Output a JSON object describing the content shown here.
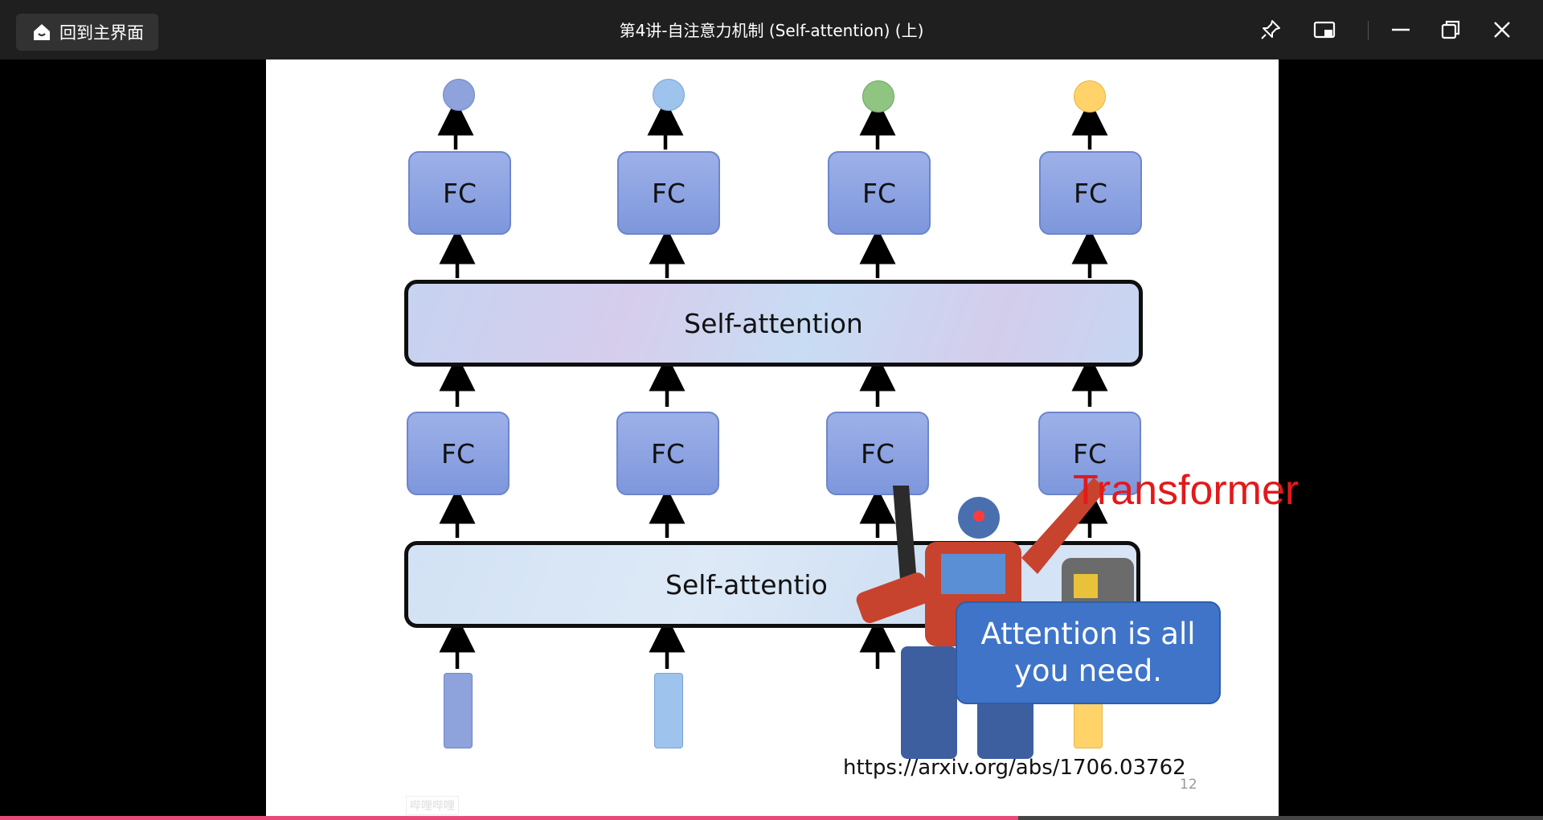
{
  "titlebar": {
    "home_label": "回到主界面",
    "title": "第4讲-自注意力机制 (Self-attention) (上)",
    "icons": [
      "home-icon",
      "pin-icon",
      "picture-in-picture-icon",
      "minimize-icon",
      "restore-icon",
      "close-icon"
    ]
  },
  "slide": {
    "fc_label": "FC",
    "self_attention_top": "Self-attention",
    "self_attention_bottom": "Self-attentio",
    "transformer_label": "Transformer",
    "bubble_text": "Attention is all you need.",
    "url": "https://arxiv.org/abs/1706.03762",
    "slide_number": "12",
    "watermark": "哔哩哔哩",
    "output_colors": [
      "#8ea2dc",
      "#9ec3ec",
      "#8fc481",
      "#ffd36a"
    ],
    "input_colors": [
      "#8ea2dc",
      "#9ec3ec",
      "#8fc481",
      "#ffd36a"
    ]
  },
  "progress": {
    "played_fraction": 0.66
  },
  "colors": {
    "titlebar_bg": "#1f1f1f",
    "accent": "#e84a7a",
    "transformer_red": "#e3191a"
  }
}
